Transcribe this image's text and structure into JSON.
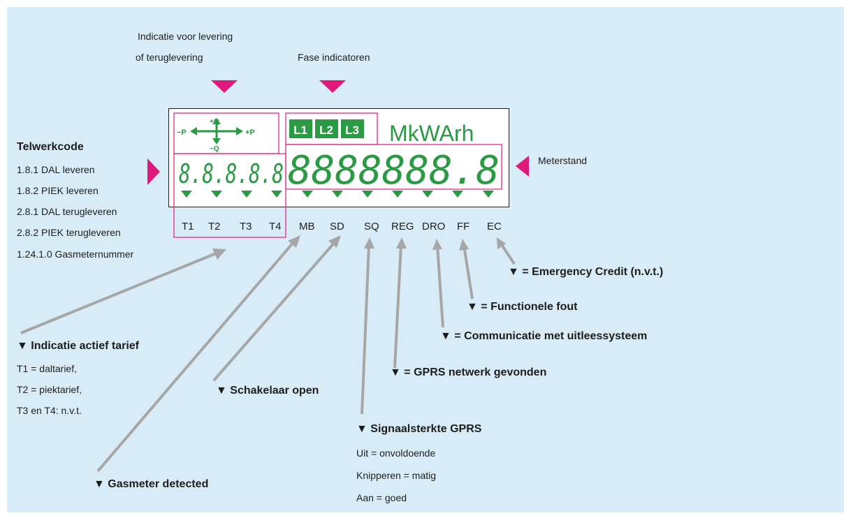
{
  "top_labels": {
    "levering_line1": "Indicatie voor levering",
    "levering_line2": "of teruglevering",
    "fase": "Fase indicatoren"
  },
  "left": {
    "title": "Telwerkcode",
    "codes": [
      "1.8.1 DAL leveren",
      "1.8.2 PIEK leveren",
      "2.8.1 DAL terugleveren",
      "2.8.2 PIEK terugleveren",
      "1.24.1.0 Gasmeternummer"
    ]
  },
  "meterstand": "Meterstand",
  "lcd": {
    "phases": [
      "L1",
      "L2",
      "L3"
    ],
    "unit": "MkWArh",
    "small_digits": "8.8.8.8.8",
    "big_digits": "8888888.8",
    "arrow_labels": {
      "minus_p": "−P",
      "plus_p": "+P",
      "plus_q": "+Q",
      "minus_q": "−Q"
    }
  },
  "bottom_codes": [
    "T1",
    "T2",
    "T3",
    "T4",
    "MB",
    "SD",
    "SQ",
    "REG",
    "DRO",
    "FF",
    "EC"
  ],
  "legend": {
    "emergency": "▼ = Emergency Credit (n.v.t.)",
    "functionele": "▼ = Functionele fout",
    "communicatie": "▼ = Communicatie met uitleessysteem",
    "gprs": "▼ = GPRS netwerk gevonden",
    "tarief_title": "▼ Indicatie actief tarief",
    "tarief_lines": [
      "T1 = daltarief,",
      "T2 = piektarief,",
      "T3 en T4: n.v.t."
    ],
    "schakelaar": "▼ Schakelaar open",
    "gasmeter": "▼ Gasmeter detected",
    "signaal_title": "▼ Signaalsterkte GPRS",
    "signaal_lines": [
      "Uit = onvoldoende",
      "Knipperen = matig",
      "Aan = goed"
    ]
  },
  "colors": {
    "background": "#d8ecf8",
    "lcd_green": "#2a9a45",
    "magenta": "#e0197d",
    "arrow_gray": "#a6a6a6",
    "text": "#1d1d1b"
  }
}
